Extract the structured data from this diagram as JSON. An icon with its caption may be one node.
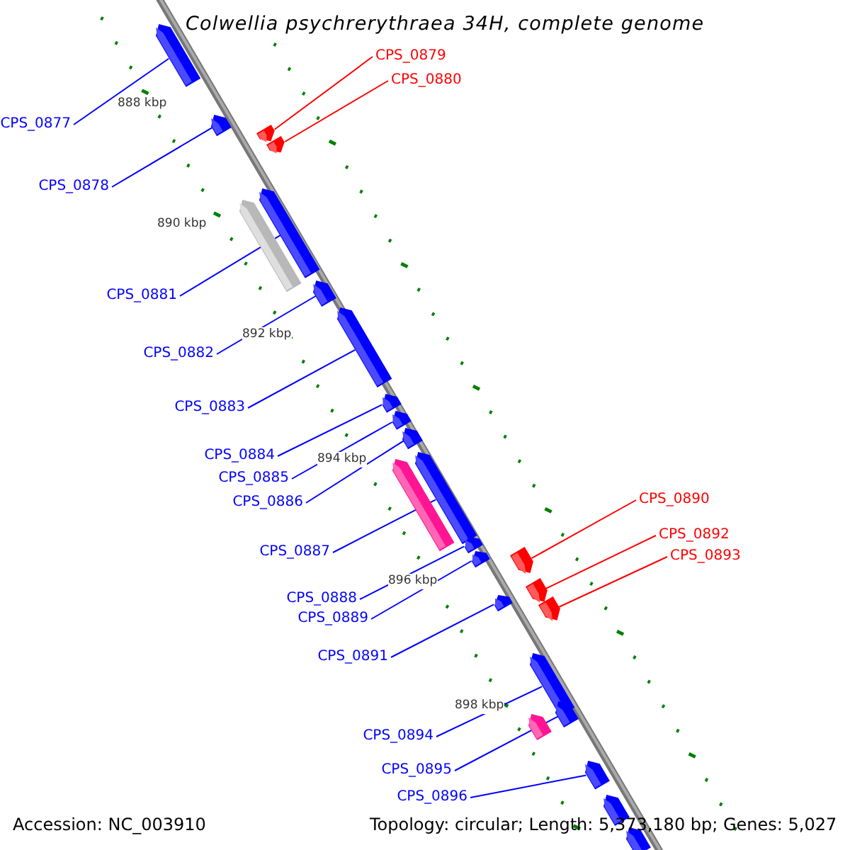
{
  "diagram": {
    "title": "Colwellia psychrerythraea 34H, complete genome",
    "nodes": [
      {
        "text": [
          "CPS_0877"
        ]
      },
      {
        "text": [
          "CPS_0878"
        ]
      },
      {
        "text": [
          "CPS_0879"
        ]
      },
      {
        "text": [
          "CPS_0880"
        ]
      },
      {
        "text": [
          "CPS_0881"
        ]
      },
      {
        "text": [
          "CPS_0882"
        ]
      },
      {
        "text": [
          "CPS_0883"
        ]
      },
      {
        "text": [
          "CPS_0884"
        ]
      },
      {
        "text": [
          "CPS_0885"
        ]
      },
      {
        "text": [
          "CPS_0886"
        ]
      },
      {
        "text": [
          "CPS_0887"
        ]
      },
      {
        "text": [
          "CPS_0888"
        ]
      },
      {
        "text": [
          "CPS_0889"
        ]
      },
      {
        "text": [
          "CPS_0890"
        ]
      },
      {
        "text": [
          "CPS_0891"
        ]
      },
      {
        "text": [
          "CPS_0892"
        ]
      },
      {
        "text": [
          "CPS_0893"
        ]
      },
      {
        "text": [
          "CPS_0894"
        ]
      },
      {
        "text": [
          "CPS_0895"
        ]
      },
      {
        "text": [
          "CPS_0896"
        ]
      },
      {
        "text": [],
        "shape": "arrow"
      },
      {
        "text": [],
        "shape": "arrow"
      },
      {
        "text": [],
        "shape": "arrow"
      },
      {
        "text": [],
        "shape": "arrow"
      },
      {
        "text": [],
        "shape": "arrow"
      },
      {
        "text": [],
        "shape": "arrow"
      },
      {
        "text": [],
        "shape": "arrow"
      },
      {
        "text": [],
        "shape": "arrow"
      },
      {
        "text": [],
        "shape": "arrow"
      },
      {
        "text": [],
        "shape": "arrow"
      },
      {
        "text": [],
        "shape": "arrow"
      },
      {
        "text": [],
        "shape": "arrow"
      },
      {
        "text": [],
        "shape": "arrow"
      },
      {
        "text": [],
        "shape": "arrow"
      },
      {
        "text": [],
        "shape": "arrow"
      },
      {
        "text": [],
        "shape": "arrow"
      },
      {
        "text": [],
        "shape": "arrow"
      },
      {
        "text": [],
        "shape": "arrow"
      },
      {
        "text": [],
        "shape": "arrow"
      },
      {
        "text": [],
        "shape": "arrow"
      },
      {
        "text": [],
        "shape": "arrow"
      },
      {
        "text": [],
        "shape": "arrow"
      },
      {
        "text": [],
        "shape": "arrow"
      },
      {
        "text": [],
        "shape": "arrow"
      },
      {
        "text": [],
        "shape": "arrow"
      }
    ],
    "edges": [
      {
        "from": 0,
        "to": 20,
        "arrow": "none"
      },
      {
        "from": 1,
        "to": 21,
        "arrow": "none"
      },
      {
        "from": 2,
        "to": 22,
        "arrow": "none",
        "color": "#ff0000"
      },
      {
        "from": 3,
        "to": 23,
        "arrow": "none",
        "color": "#ff0000"
      },
      {
        "from": 4,
        "to": 24,
        "arrow": "none"
      },
      {
        "from": 5,
        "to": 25,
        "arrow": "none"
      },
      {
        "from": 6,
        "to": 26,
        "arrow": "none"
      },
      {
        "from": 7,
        "to": 27,
        "arrow": "none"
      },
      {
        "from": 8,
        "to": 28,
        "arrow": "none"
      },
      {
        "from": 9,
        "to": 29,
        "arrow": "none"
      },
      {
        "from": 10,
        "to": 30,
        "arrow": "none"
      },
      {
        "from": 11,
        "to": 31,
        "arrow": "none"
      },
      {
        "from": 12,
        "to": 32,
        "arrow": "none"
      },
      {
        "from": 13,
        "to": 33,
        "arrow": "none",
        "color": "#ff0000"
      },
      {
        "from": 14,
        "to": 34,
        "arrow": "none"
      },
      {
        "from": 15,
        "to": 35,
        "arrow": "none",
        "color": "#ff0000"
      },
      {
        "from": 16,
        "to": 36,
        "arrow": "none",
        "color": "#ff0000"
      },
      {
        "from": 17,
        "to": 37,
        "arrow": "none"
      },
      {
        "from": 18,
        "to": 38,
        "arrow": "none"
      },
      {
        "from": 19,
        "to": 39,
        "arrow": "none"
      }
    ],
    "labels": [
      "888 kbp",
      "890 kbp",
      "892 kbp",
      "894 kbp",
      "896 kbp",
      "898 kbp",
      "Accession: NC_003910",
      "Topology: circular; Length: 5,373,180 bp; Genes: 5,027"
    ]
  }
}
